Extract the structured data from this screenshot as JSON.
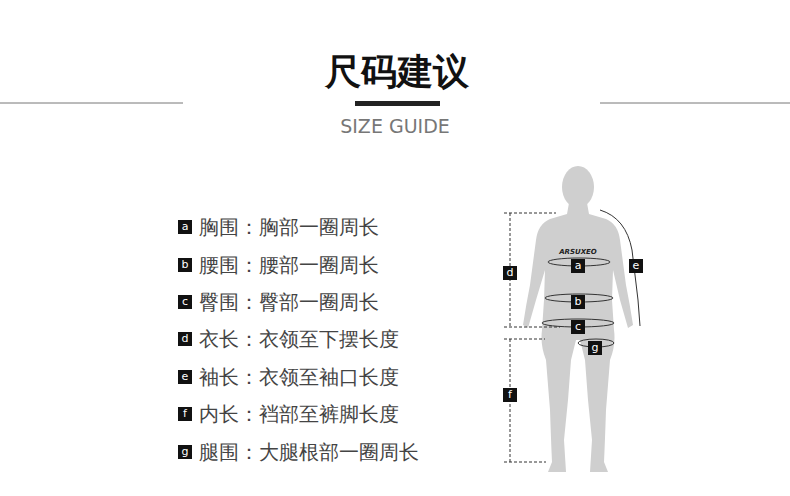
{
  "diagram": {
    "title": "尺码建议",
    "nodes": [
      {
        "text": [
          "a"
        ]
      },
      {
        "text": [
          "b"
        ]
      },
      {
        "text": [
          "c"
        ]
      },
      {
        "text": [
          "d"
        ]
      },
      {
        "text": [
          "e"
        ]
      },
      {
        "text": [
          "f"
        ]
      },
      {
        "text": [
          "g"
        ]
      },
      {
        "text": [
          "a"
        ]
      },
      {
        "text": [
          "e"
        ]
      },
      {
        "text": [
          "d"
        ]
      },
      {
        "text": [
          "b"
        ]
      },
      {
        "text": [
          "c"
        ]
      },
      {
        "text": [
          "g"
        ]
      },
      {
        "text": [
          "f"
        ]
      }
    ],
    "labels": [
      "SIZE GUIDE",
      "胸围：胸部一圈周长",
      "腰围：腰部一圈周长",
      "臀围：臀部一圈周长",
      "衣长：衣领至下摆长度",
      "袖长：衣领至袖口长度",
      "内长：裆部至裤脚长度",
      "腿围：大腿根部一圈周长",
      "ARSUXEO"
    ]
  }
}
